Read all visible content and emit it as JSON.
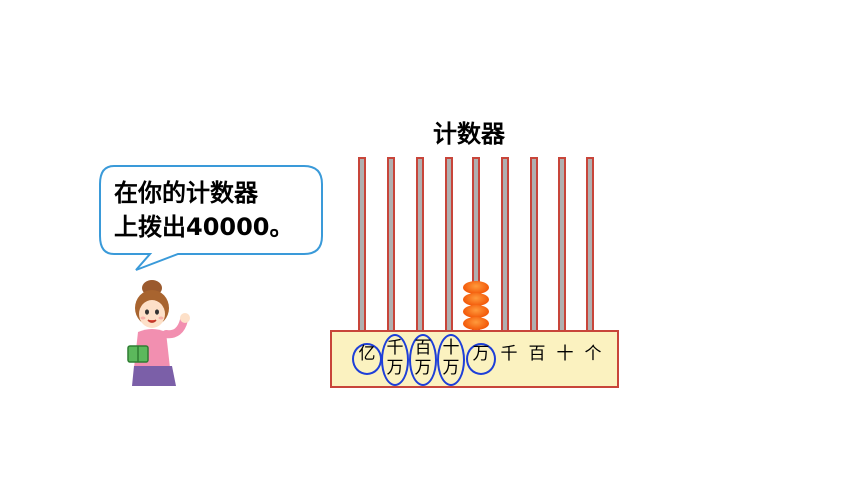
{
  "title": "计数器",
  "bubble": {
    "line1": "在你的计数器",
    "line2": "上拨出40000。"
  },
  "abacus": {
    "places": [
      {
        "label": "亿",
        "circled": true
      },
      {
        "label": "千万",
        "circled": true
      },
      {
        "label": "百万",
        "circled": true
      },
      {
        "label": "十万",
        "circled": true
      },
      {
        "label": "万",
        "circled": true
      },
      {
        "label": "千",
        "circled": false
      },
      {
        "label": "百",
        "circled": false
      },
      {
        "label": "十",
        "circled": false
      },
      {
        "label": "个",
        "circled": false
      }
    ],
    "value": "40000",
    "beads_on_wan": 4
  },
  "colors": {
    "bead": "#f35a0a",
    "rod_border": "#c8453a",
    "base_fill": "#fbf2c0",
    "circle": "#1e3fd8",
    "bubble_border": "#3a9ad9"
  }
}
